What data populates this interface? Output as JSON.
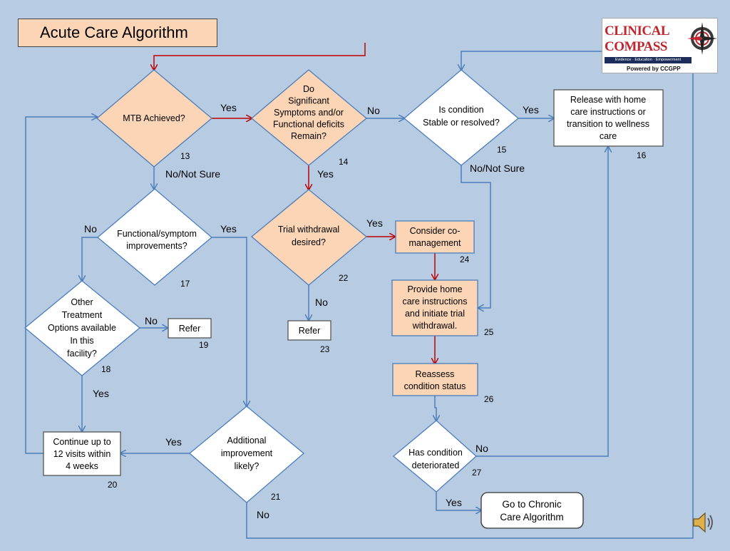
{
  "title": "Acute Care Algorithm",
  "logo": {
    "line1": "CLINICAL",
    "line2": "COMPASS",
    "tagline": "Evidence · Education · Empowerment",
    "powered": "Powered by CCGPP"
  },
  "colors": {
    "background": "#b7cbe3",
    "peach": "#fbd5b5",
    "blue_line": "#4a7ebb",
    "red_line": "#c00000",
    "logo_red": "#c0262d"
  },
  "nodes": {
    "n13": {
      "lines": [
        "MTB Achieved?"
      ],
      "num": "13"
    },
    "n14": {
      "lines": [
        "Do",
        "Significant",
        "Symptoms and/or",
        "Functional deficits",
        "Remain?"
      ],
      "num": "14"
    },
    "n15": {
      "lines": [
        "Is condition",
        "Stable or resolved?"
      ],
      "num": "15"
    },
    "n16": {
      "lines": [
        "Release with home",
        "care instructions or",
        "transition to wellness",
        "care"
      ],
      "num": "16"
    },
    "n17": {
      "lines": [
        "Functional/symptom",
        "improvements?"
      ],
      "num": "17"
    },
    "n18": {
      "lines": [
        "Other",
        "Treatment",
        "Options available",
        "In this",
        "facility?"
      ],
      "num": "18"
    },
    "n19": {
      "lines": [
        "Refer"
      ],
      "num": "19"
    },
    "n20": {
      "lines": [
        "Continue up to",
        "12 visits within",
        "4 weeks"
      ],
      "num": "20"
    },
    "n21": {
      "lines": [
        "Additional",
        "improvement",
        "likely?"
      ],
      "num": "21"
    },
    "n22": {
      "lines": [
        "Trial withdrawal",
        "desired?"
      ],
      "num": "22"
    },
    "n23": {
      "lines": [
        "Refer"
      ],
      "num": "23"
    },
    "n24": {
      "lines": [
        "Consider co-",
        "management"
      ],
      "num": "24"
    },
    "n25": {
      "lines": [
        "Provide home",
        "care instructions",
        "and initiate trial",
        "withdrawal."
      ],
      "num": "25"
    },
    "n26": {
      "lines": [
        "Reassess",
        "condition status"
      ],
      "num": "26"
    },
    "n27": {
      "lines": [
        "Has condition",
        "deteriorated"
      ],
      "num": "27"
    },
    "n28": {
      "lines": [
        "Go to Chronic",
        "Care Algorithm"
      ]
    }
  },
  "edge_labels": {
    "e13_yes": "Yes",
    "e13_no": "No/Not Sure",
    "e14_no": "No",
    "e14_yes": "Yes",
    "e15_yes": "Yes",
    "e15_no": "No/Not Sure",
    "e17_no": "No",
    "e17_yes": "Yes",
    "e18_no": "No",
    "e18_yes": "Yes",
    "e21_yes": "Yes",
    "e21_no": "No",
    "e22_yes": "Yes",
    "e22_no": "No",
    "e27_no": "No",
    "e27_yes": "Yes"
  }
}
